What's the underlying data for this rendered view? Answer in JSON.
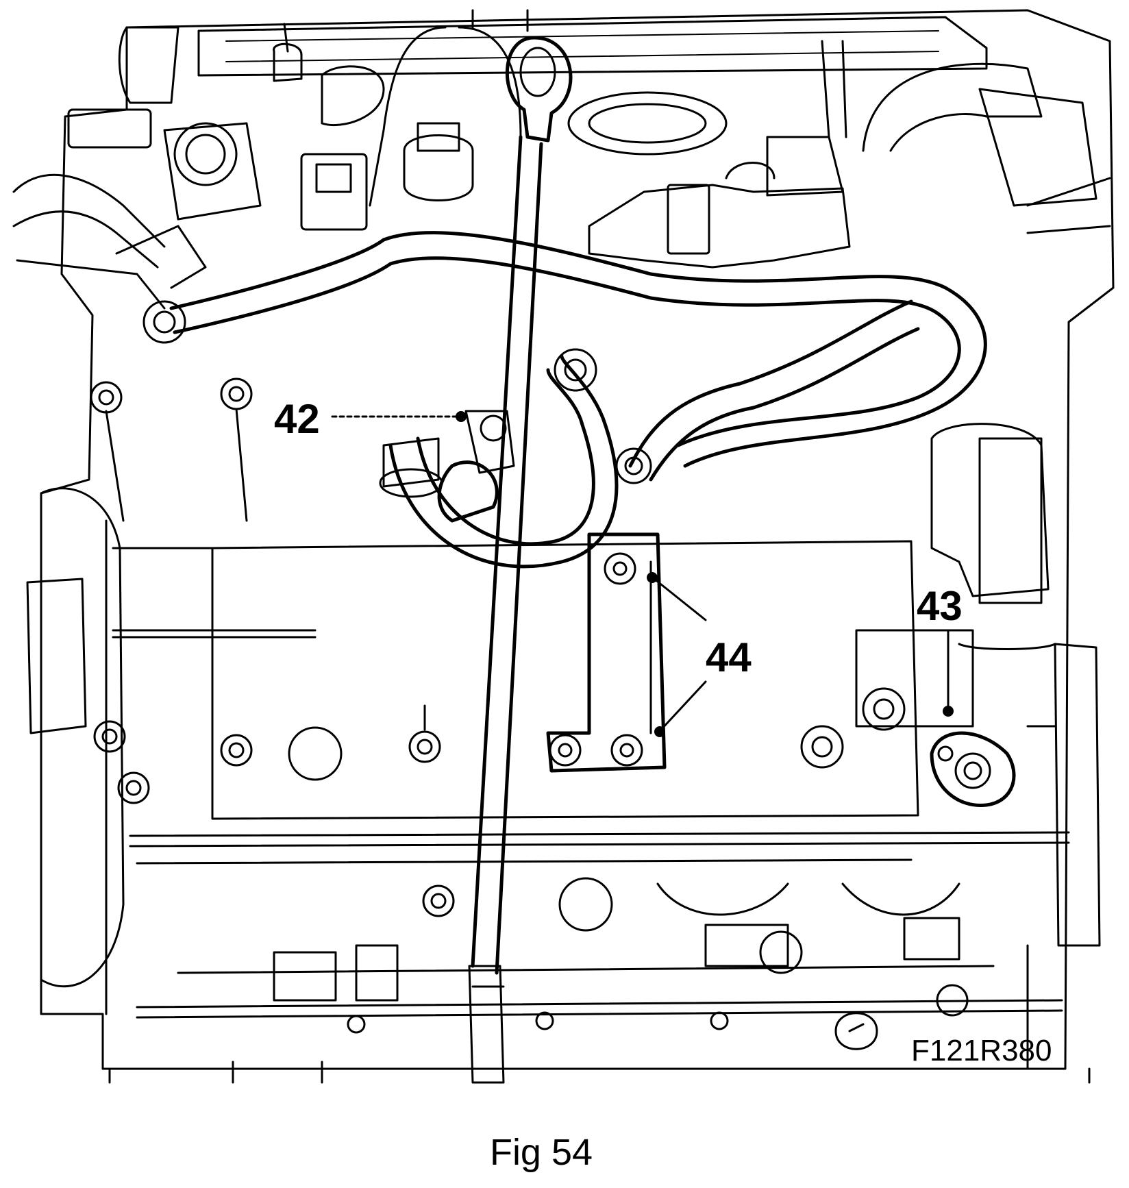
{
  "figure": {
    "caption": "Fig 54",
    "reference_code": "F121R380",
    "callouts": [
      {
        "id": "42",
        "label": "42"
      },
      {
        "id": "43",
        "label": "43"
      },
      {
        "id": "44",
        "label": "44"
      }
    ]
  }
}
